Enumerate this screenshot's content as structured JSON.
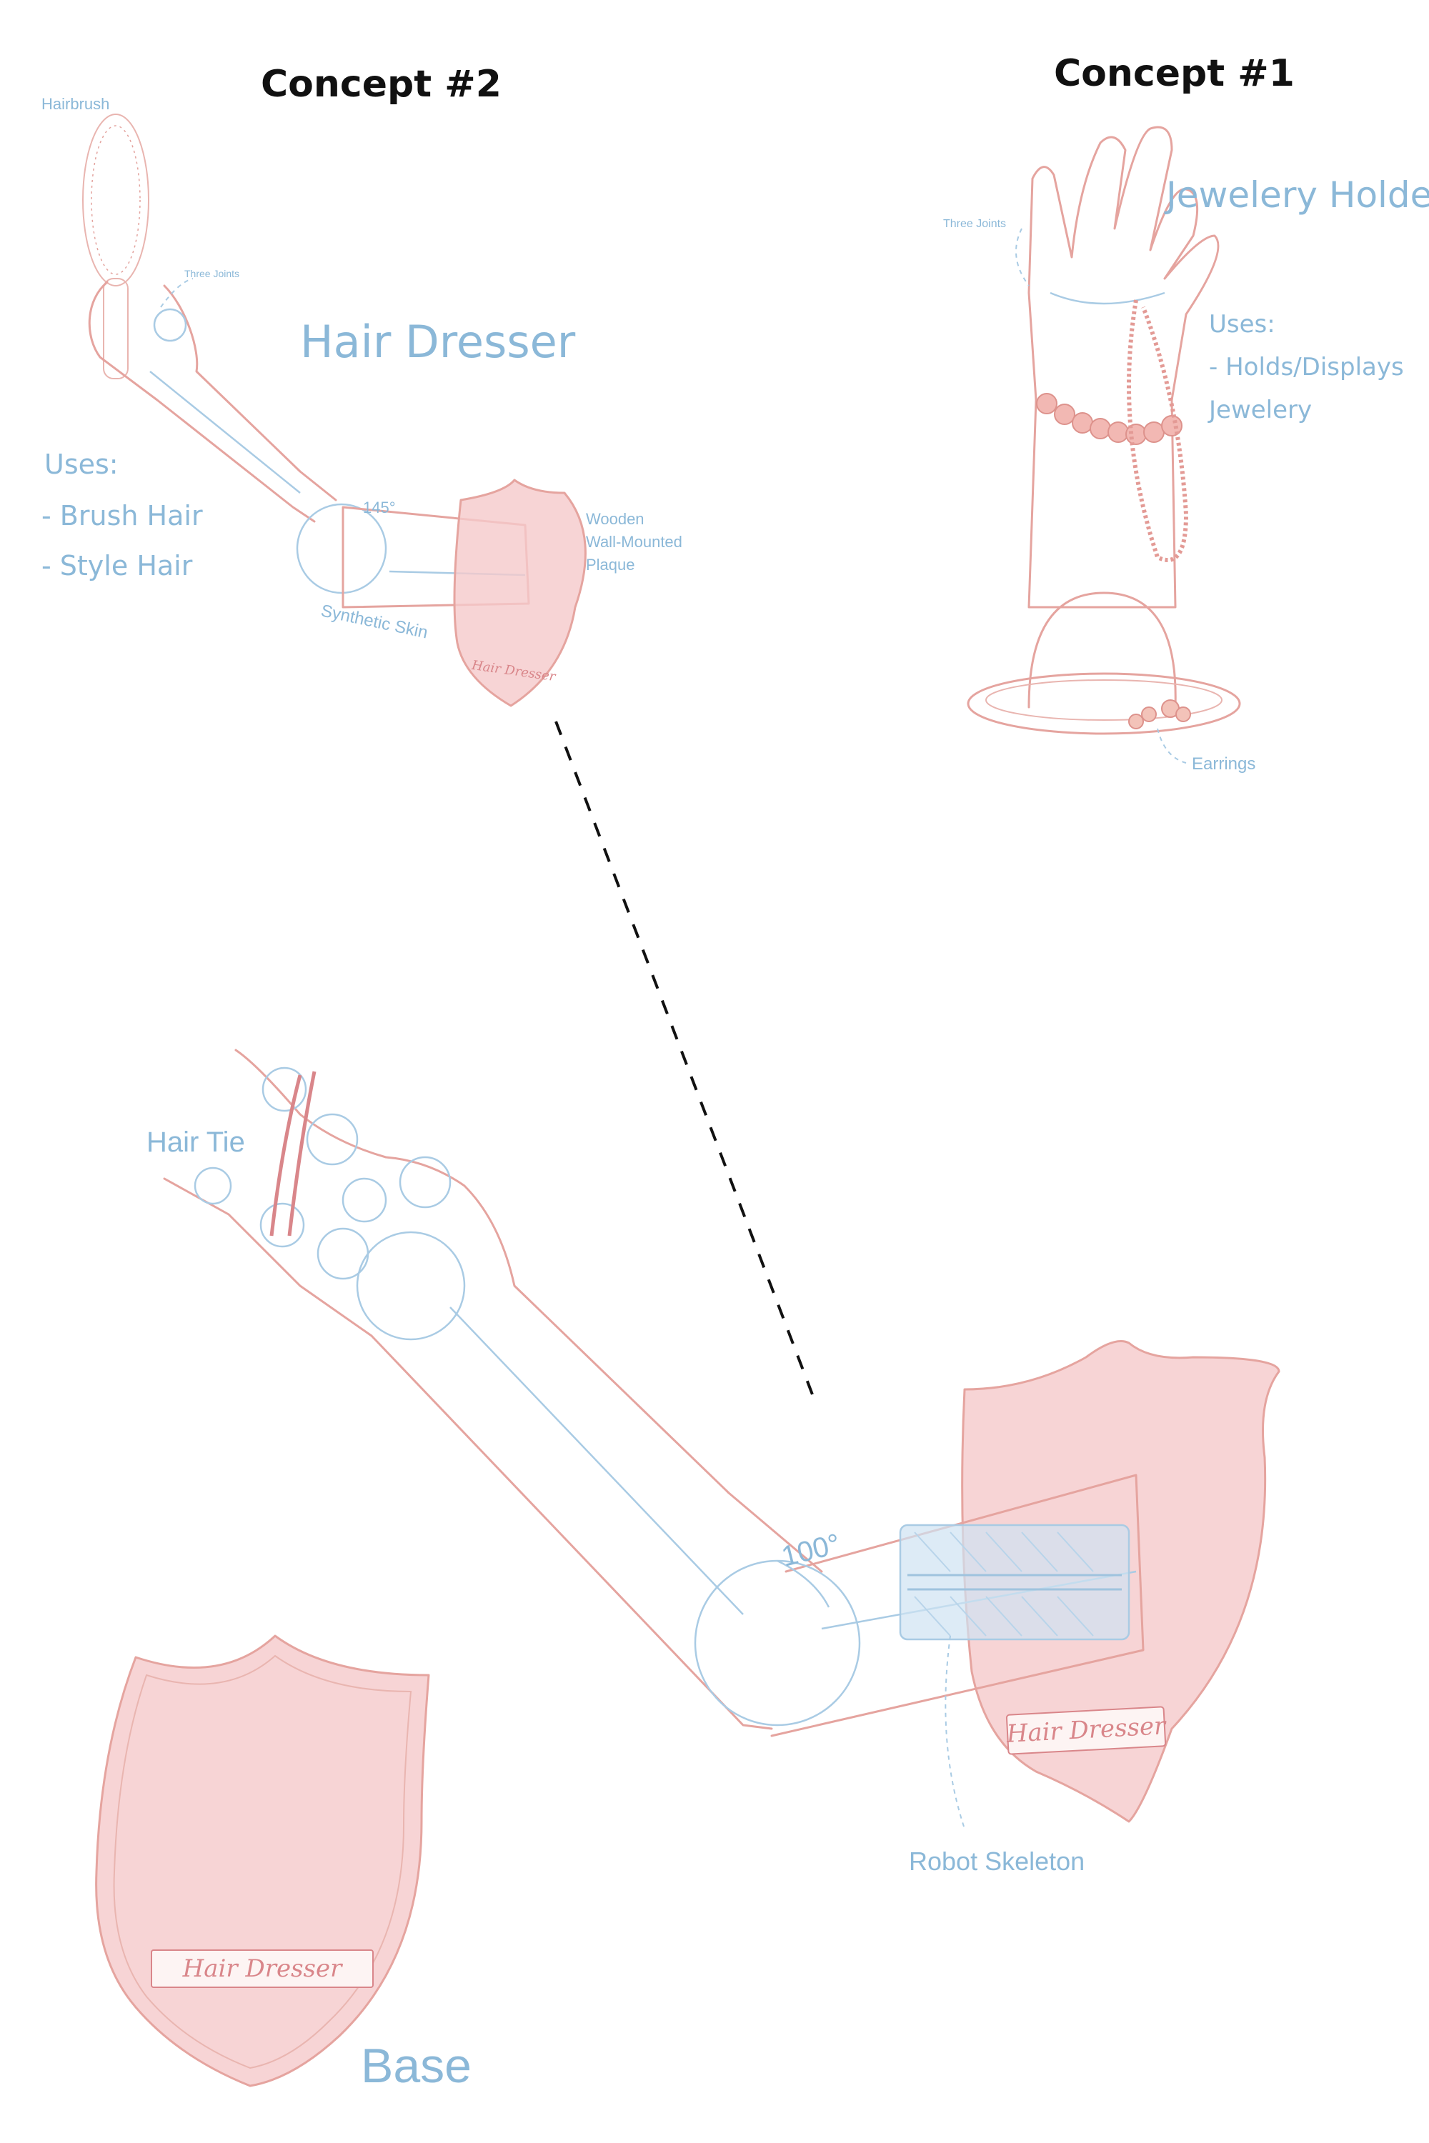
{
  "concept2": {
    "heading": "Concept #2",
    "title": "Hair Dresser",
    "uses_heading": "Uses:",
    "uses": [
      "- Brush Hair",
      "- Style Hair"
    ],
    "labels": {
      "hairbrush": "Hairbrush",
      "joints": "Three Joints",
      "angle": "145°",
      "plaque_line1": "Wooden",
      "plaque_line2": "Wall-Mounted",
      "plaque_line3": "Plaque",
      "skin": "Synthetic Skin",
      "plaque_sign": "Hair Dresser"
    }
  },
  "concept1": {
    "heading": "Concept #1",
    "title": "Jewelery Holder",
    "uses_heading": "Uses:",
    "uses_line1": "- Holds/Displays",
    "uses_line2": "Jewelery",
    "labels": {
      "joints": "Three Joints",
      "earrings": "Earrings"
    }
  },
  "detail": {
    "hair_tie": "Hair Tie",
    "angle": "100°",
    "plaque_sign": "Hair Dresser",
    "robot_skeleton": "Robot Skeleton"
  },
  "base": {
    "label": "Base",
    "plaque_sign": "Hair Dresser"
  },
  "colors": {
    "annotation_blue": "#8bb8d8",
    "sketch_pink": "#e5a49f",
    "heading_black": "#111111"
  }
}
